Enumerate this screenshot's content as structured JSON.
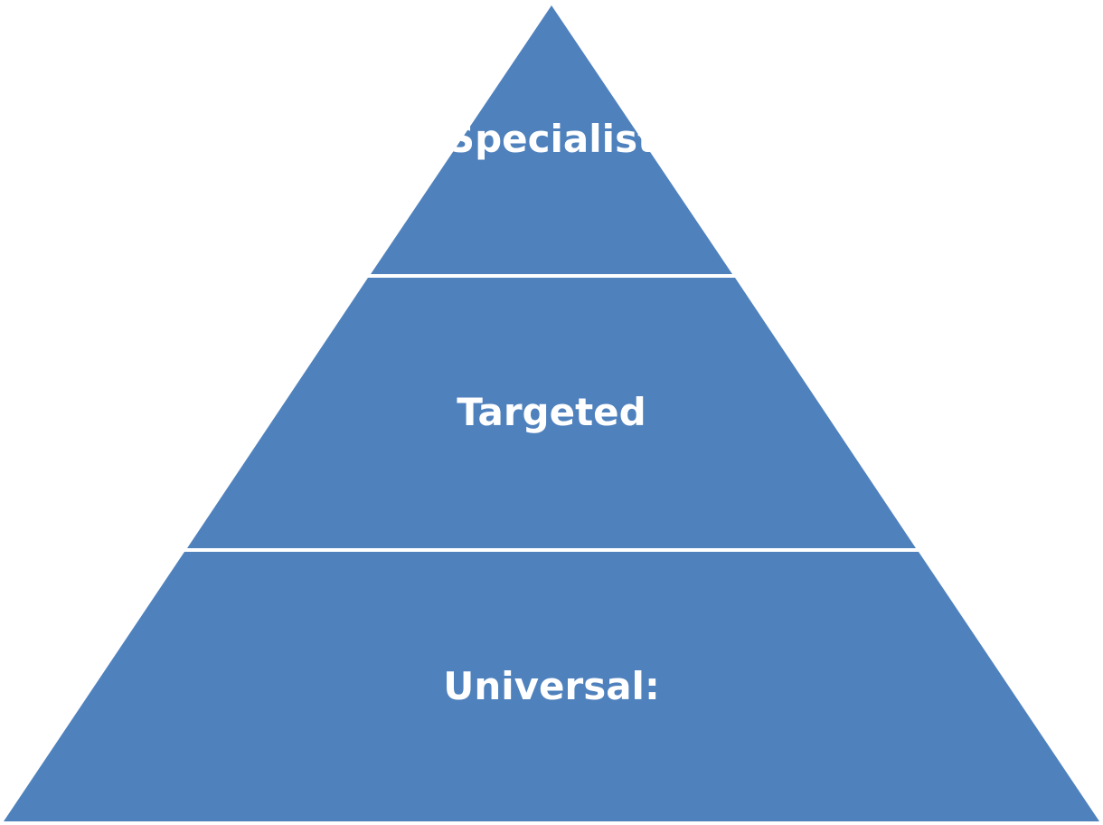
{
  "diagram": {
    "fill_color": "#4F81BD",
    "separator_color": "#FFFFFF",
    "label_color": "#FFFFFF",
    "tiers": [
      {
        "id": "specialist",
        "label": "Specialist"
      },
      {
        "id": "targeted",
        "label": "Targeted"
      },
      {
        "id": "universal",
        "label": "Universal:"
      }
    ]
  }
}
